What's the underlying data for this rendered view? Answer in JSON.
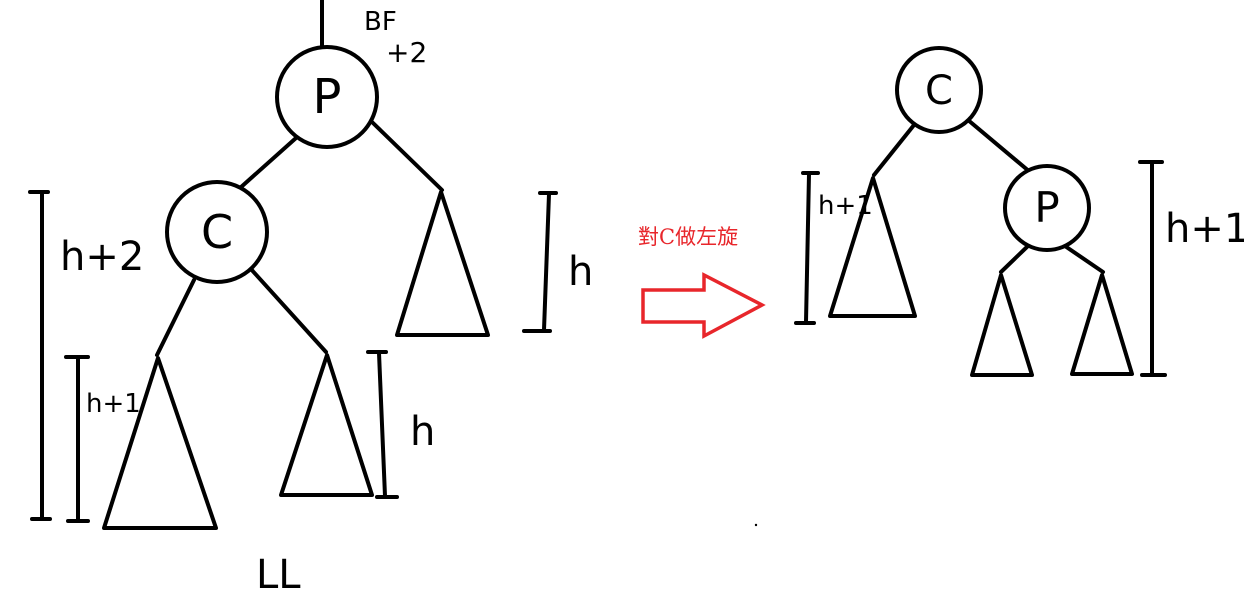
{
  "before": {
    "root_label": "P",
    "left_child_label": "C",
    "balance_factor_label": "BF",
    "balance_factor_value": "+2",
    "height_total_label": "h+2",
    "height_left_subtree_label": "h+1",
    "height_middle_subtree_label": "h",
    "height_right_subtree_label": "h",
    "case_label": "LL"
  },
  "operation": {
    "caption": "對C做左旋",
    "color": "#e8262b"
  },
  "after": {
    "root_label": "C",
    "right_child_label": "P",
    "height_left_subtree_label": "h+1",
    "height_right_side_label": "h+1"
  },
  "colors": {
    "ink": "#000000",
    "arrow": "#e8262b",
    "background": "#ffffff"
  }
}
